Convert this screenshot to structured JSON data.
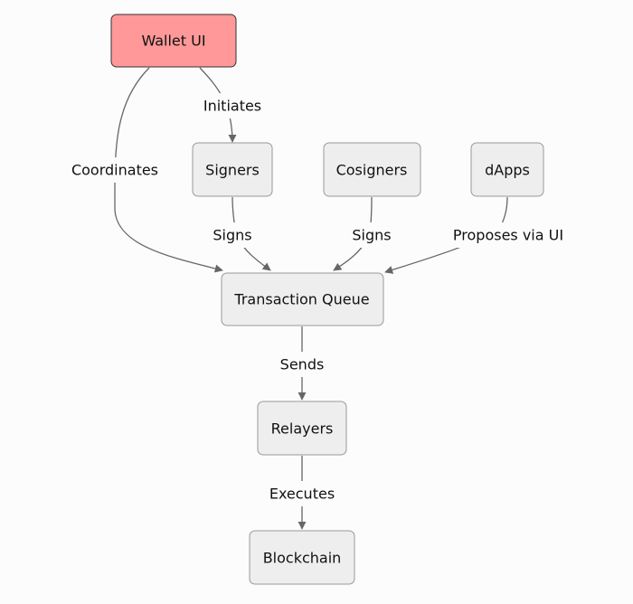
{
  "diagram": {
    "colors": {
      "node_fill": "#eeeeee",
      "node_stroke": "#999999",
      "highlight_fill": "#ff9999",
      "highlight_stroke": "#333333",
      "edge": "#666666",
      "background": "#fcfcfc"
    },
    "nodes": {
      "wallet_ui": "Wallet UI",
      "signers": "Signers",
      "cosigners": "Cosigners",
      "dapps": "dApps",
      "transaction_queue": "Transaction Queue",
      "relayers": "Relayers",
      "blockchain": "Blockchain"
    },
    "edges": {
      "wallet_to_signers": "Initiates",
      "wallet_to_queue": "Coordinates",
      "signers_to_queue": "Signs",
      "cosigners_to_queue": "Signs",
      "dapps_to_queue": "Proposes via UI",
      "queue_to_relayers": "Sends",
      "relayers_to_blockchain": "Executes"
    }
  }
}
